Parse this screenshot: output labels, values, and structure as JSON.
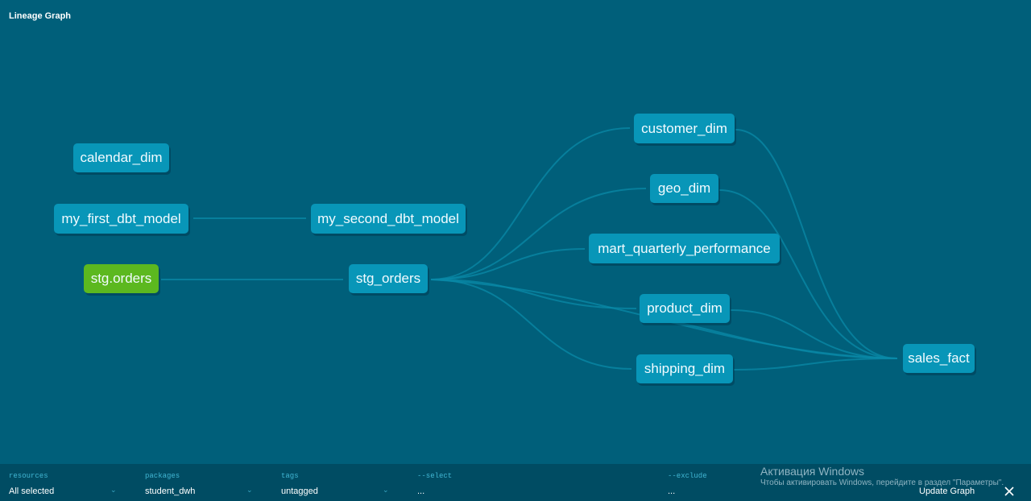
{
  "header": {
    "title": "Lineage Graph"
  },
  "graph": {
    "nodes": {
      "calendar_dim": "calendar_dim",
      "my_first_dbt_model": "my_first_dbt_model",
      "stg_orders_source": "stg.orders",
      "my_second_dbt_model": "my_second_dbt_model",
      "stg_orders": "stg_orders",
      "customer_dim": "customer_dim",
      "geo_dim": "geo_dim",
      "mart_quarterly_performance": "mart_quarterly_performance",
      "product_dim": "product_dim",
      "shipping_dim": "shipping_dim",
      "sales_fact": "sales_fact"
    },
    "colors": {
      "model": "#0896b8",
      "source": "#5cb81f",
      "background": "#005f7a"
    }
  },
  "filters": {
    "resources": {
      "label": "resources",
      "value": "All selected"
    },
    "packages": {
      "label": "packages",
      "value": "student_dwh"
    },
    "tags": {
      "label": "tags",
      "value": "untagged"
    },
    "select": {
      "label": "--select",
      "value": "..."
    },
    "exclude": {
      "label": "--exclude",
      "value": "..."
    }
  },
  "watermark": {
    "title": "Активация Windows",
    "subtitle": "Чтобы активировать Windows, перейдите в раздел \"Параметры\"."
  },
  "actions": {
    "update_graph": "Update Graph"
  }
}
